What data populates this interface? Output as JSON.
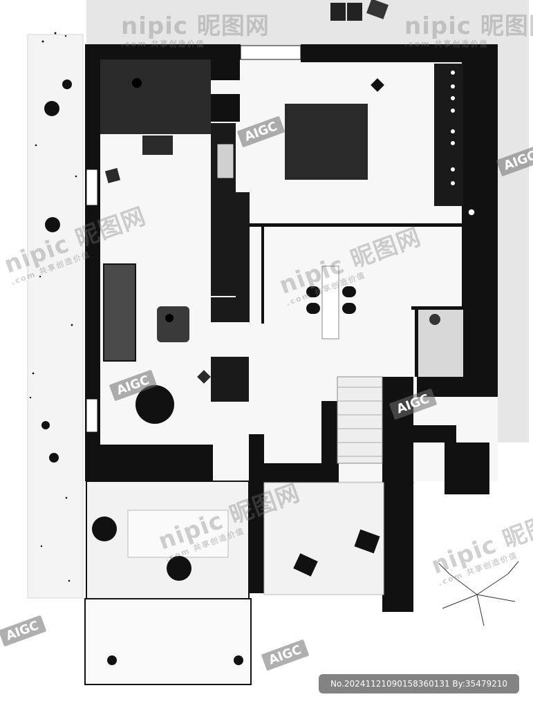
{
  "watermarks": {
    "brand_main": "nipic 昵图网",
    "brand_sub": ".com 共享创造价值",
    "ai_badge": "AIGC"
  },
  "image_id_label": "No.20241121090158360131 By:35479210",
  "colors": {
    "wall": "#111111",
    "floor": "#f7f7f7",
    "surround": "#e6e6e6",
    "furniture_dark": "#1a1a1a",
    "furniture_gray": "#4a4a4a"
  }
}
